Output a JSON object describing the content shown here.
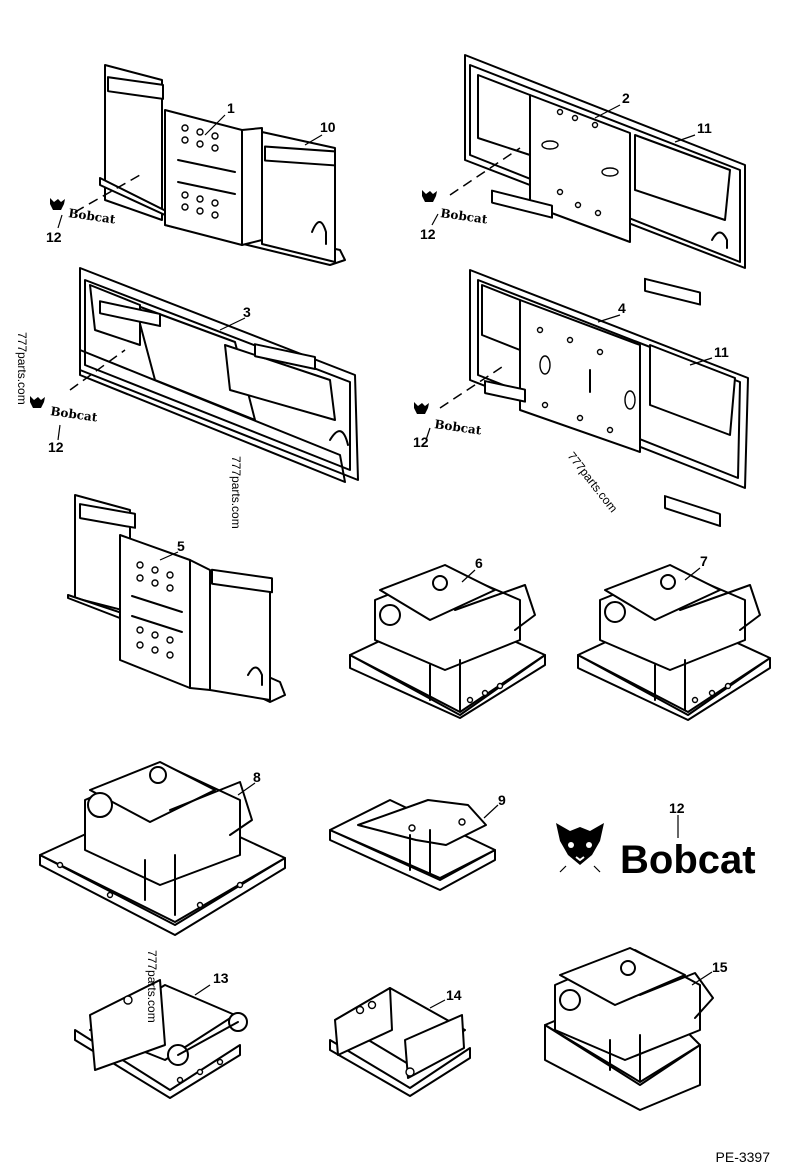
{
  "diagram": {
    "callouts": {
      "c1": "1",
      "c2": "2",
      "c3": "3",
      "c4": "4",
      "c5": "5",
      "c6": "6",
      "c7": "7",
      "c8": "8",
      "c9": "9",
      "c10": "10",
      "c11a": "11",
      "c11b": "11",
      "c12a": "12",
      "c12b": "12",
      "c12c": "12",
      "c12d": "12",
      "c12e": "12",
      "c13": "13",
      "c14": "14",
      "c15": "15"
    },
    "logo_text": "Bobcat",
    "watermark": "777parts.com",
    "drawing_code": "PE-3397"
  }
}
